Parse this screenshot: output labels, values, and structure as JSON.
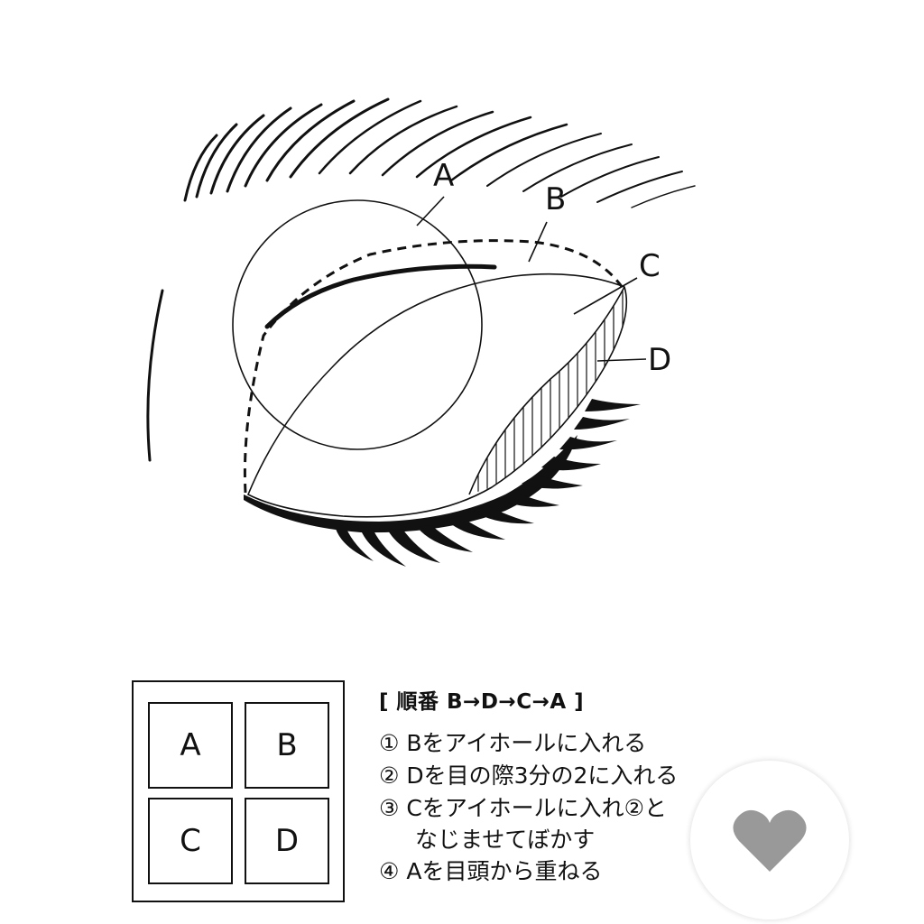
{
  "diagram": {
    "labels": {
      "a": "A",
      "b": "B",
      "c": "C",
      "d": "D"
    }
  },
  "palette": {
    "a": "A",
    "b": "B",
    "c": "C",
    "d": "D"
  },
  "instructions": {
    "title": "[ 順番 B→D→C→A ]",
    "steps": [
      "① Bをアイホールに入れる",
      "② Dを目の際3分の2に入れる",
      "③ Cをアイホールに入れ②と",
      "なじませてぼかす",
      "④ Aを目頭から重ねる"
    ]
  },
  "like_button": {
    "icon": "heart-icon",
    "color": "#999999"
  }
}
